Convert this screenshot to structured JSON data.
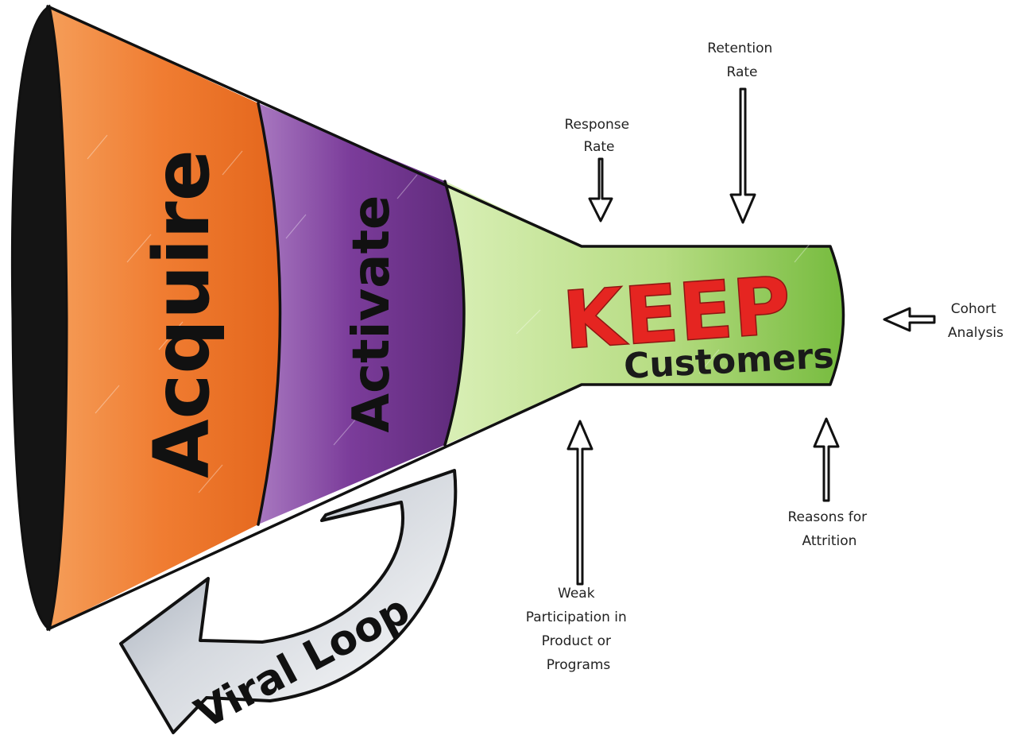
{
  "stages": {
    "acquire": "Acquire",
    "activate": "Activate",
    "keep": "KEEP",
    "keep_sub": "Customers"
  },
  "loop": {
    "label": "Viral Loop"
  },
  "notes": {
    "response_rate": [
      "Response",
      "Rate"
    ],
    "retention_rate": [
      "Retention",
      "Rate"
    ],
    "cohort_analysis": [
      "Cohort",
      "Analysis"
    ],
    "reasons_attrition": [
      "Reasons for",
      "Attrition"
    ],
    "weak_participation": [
      "Weak",
      "Participation in",
      "Product or",
      "Programs"
    ]
  },
  "colors": {
    "acquire": "#f07d32",
    "activate": "#7b3c9a",
    "keep_light": "#cfe8a8",
    "keep_dark": "#7cc043",
    "keep_text": "#e52521",
    "mouth": "#141414",
    "loop_arrow": "#c6ccd4"
  }
}
